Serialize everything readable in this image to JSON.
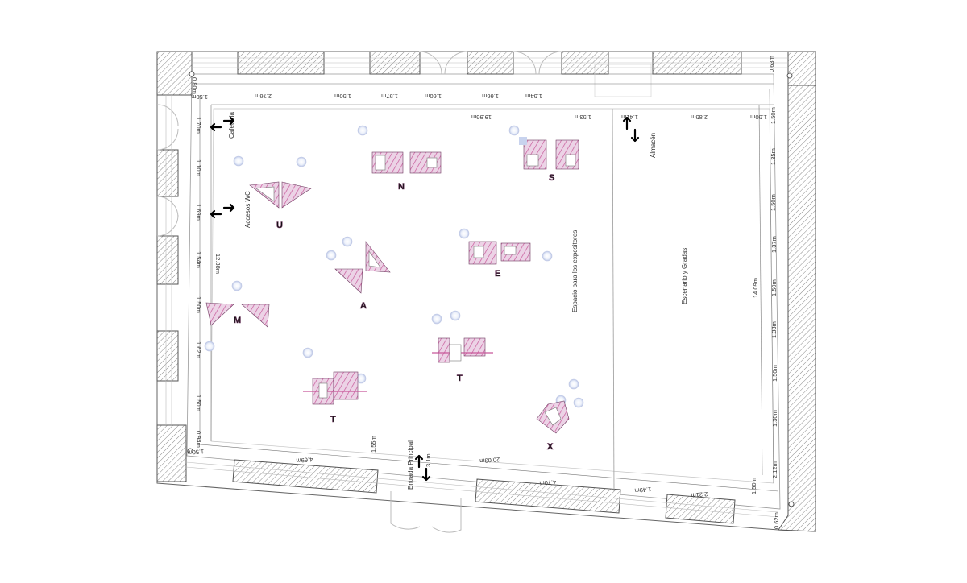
{
  "zones": {
    "cafeteria": "Cafetería",
    "accesos_wc": "Accesos WC",
    "almacen": "Almacén",
    "exhibitors": "Espacio para los expositores",
    "stage": "Escenario y Gradas",
    "main_entrance": "Entrada Principal"
  },
  "stands": {
    "N": "N",
    "S": "S",
    "U": "U",
    "E": "E",
    "A": "A",
    "M": "M",
    "T1": "T",
    "T2": "T",
    "X": "X"
  },
  "dims": {
    "top": [
      "1.50m",
      "2.76m",
      "1.50m",
      "1.57m",
      "1.60m",
      "1.66m",
      "1.54m",
      "1.53m",
      "1.41m",
      "2.85m",
      "1.50m"
    ],
    "top_total": "19.96m",
    "top_corner": "0.80m",
    "left": [
      "1.70m",
      "1.10m",
      "1.69m",
      "1.54m",
      "1.50m",
      "1.62m",
      "1.50m",
      "0.94m"
    ],
    "left_total": "12.38m",
    "right": [
      "1.50m",
      "1.35m",
      "1.50m",
      "1.37m",
      "1.50m",
      "1.33m",
      "1.50m",
      "1.30m",
      "2.12m"
    ],
    "right_total": "14.09m",
    "right_top_corner": "0.63m",
    "right_bottom_corner": "0.62m",
    "bottom": [
      "1.50m",
      "4.69m",
      "1.55m",
      "3.1m",
      "4.70m",
      "1.49m",
      "2.21m",
      "1.50m"
    ],
    "bottom_total": "20.03m"
  },
  "colors": {
    "wall": "#555555",
    "hatch": "#8a8a8a",
    "stand_pink": "#c8589a",
    "stand_light": "#e9c6de",
    "stand_blue": "#c8d3ee",
    "grid_line": "#b5b5b5",
    "arrow": "#000000"
  }
}
